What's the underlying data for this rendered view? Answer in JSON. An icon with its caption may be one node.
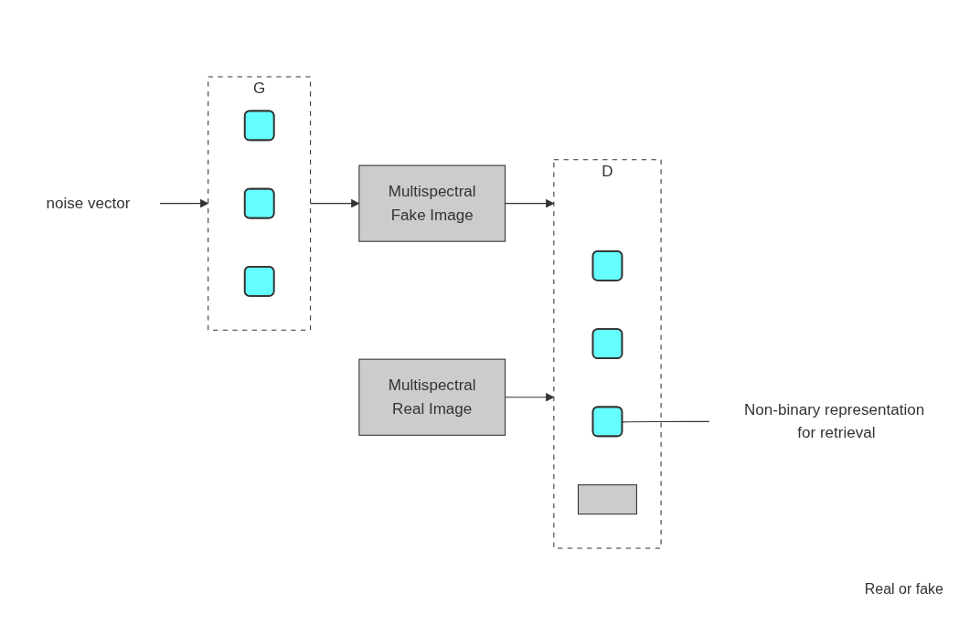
{
  "diagram": {
    "nodes": [
      {
        "text": [
          "noise vector"
        ]
      },
      {
        "text": [
          "G"
        ]
      },
      {
        "text": [],
        "shape": "bar",
        "in": 1
      },
      {
        "text": [],
        "shape": "bar",
        "in": 1
      },
      {
        "text": [],
        "shape": "bar",
        "in": 1
      },
      {
        "text": [
          "Multispectral",
          "Fake Image"
        ]
      },
      {
        "text": [
          "Multispectral",
          "Real Image"
        ]
      },
      {
        "text": [
          "D"
        ]
      },
      {
        "text": [],
        "shape": "bar",
        "in": 7
      },
      {
        "text": [],
        "shape": "bar",
        "in": 7
      },
      {
        "text": [],
        "shape": "bar",
        "in": 7
      },
      {
        "text": [],
        "shape": "box",
        "in": 7
      },
      {
        "text": [
          "Non-binary representation for retrieval"
        ]
      }
    ],
    "edges": [
      {
        "from": 0,
        "to": 1,
        "arrow": "to"
      },
      {
        "from": 1,
        "to": 5,
        "arrow": "to"
      },
      {
        "from": 5,
        "to": 7,
        "arrow": "to"
      },
      {
        "from": 6,
        "to": 7,
        "arrow": "to"
      },
      {
        "from": 10,
        "to": 12,
        "arrow": "none"
      }
    ],
    "labels": [
      "Real or fake"
    ]
  }
}
